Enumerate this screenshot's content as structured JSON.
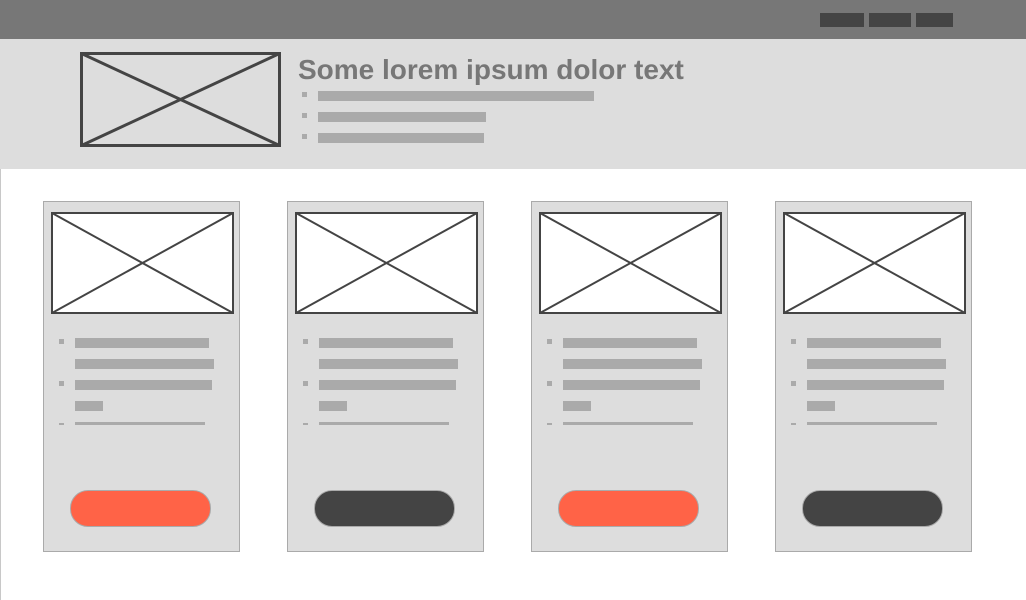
{
  "header": {
    "nav_buttons": [
      {
        "icon": "nav-block"
      },
      {
        "icon": "nav-block"
      },
      {
        "icon": "nav-block"
      }
    ]
  },
  "hero": {
    "image_icon": "image-placeholder-icon",
    "title": "Some lorem ipsum dolor text",
    "bullet_count": 3
  },
  "cards": [
    {
      "image_icon": "image-placeholder-icon",
      "button_color": "#ff6347"
    },
    {
      "image_icon": "image-placeholder-icon",
      "button_color": "#444444"
    },
    {
      "image_icon": "image-placeholder-icon",
      "button_color": "#ff6347"
    },
    {
      "image_icon": "image-placeholder-icon",
      "button_color": "#444444"
    }
  ],
  "colors": {
    "topbar": "#777777",
    "hero_background": "#dddddd",
    "card_background": "#dddddd",
    "placeholder_lines": "#aaaaaa",
    "accent": "#ff6347",
    "dark": "#444444",
    "title_text": "#777777"
  }
}
